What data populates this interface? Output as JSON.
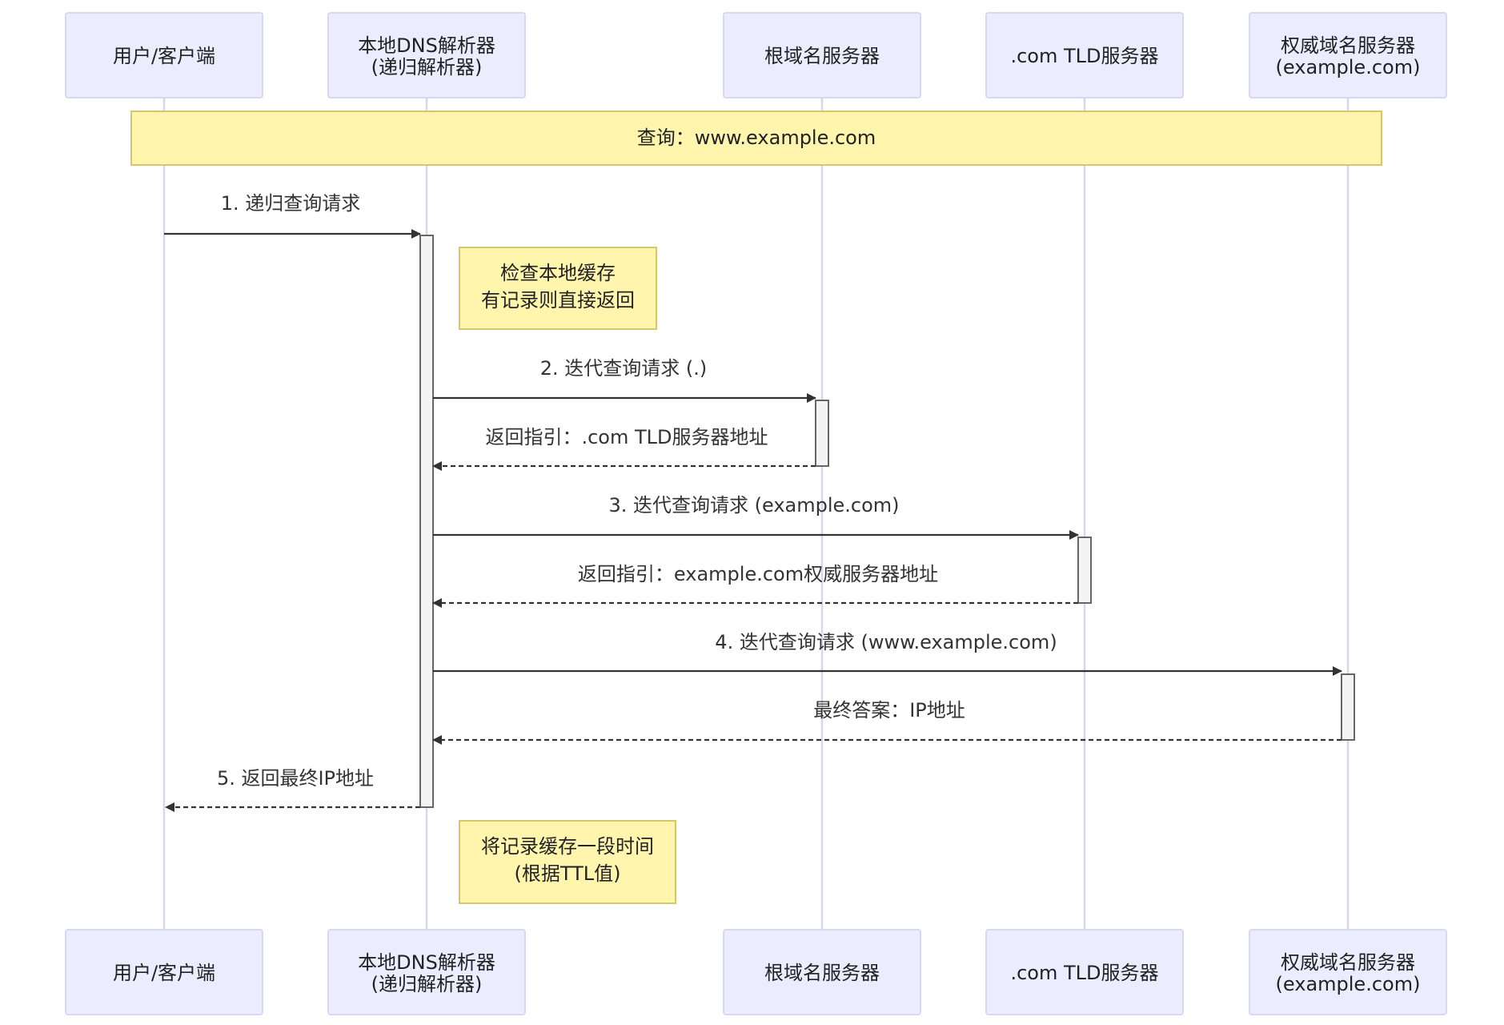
{
  "actors": [
    {
      "id": "client",
      "lines": [
        "用户/客户端"
      ]
    },
    {
      "id": "local",
      "lines": [
        "本地DNS解析器",
        "(递归解析器)"
      ]
    },
    {
      "id": "root",
      "lines": [
        "根域名服务器"
      ]
    },
    {
      "id": "tld",
      "lines": [
        ".com TLD服务器"
      ]
    },
    {
      "id": "auth",
      "lines": [
        "权威域名服务器",
        "(example.com)"
      ]
    }
  ],
  "banner": {
    "text": "查询：www.example.com"
  },
  "notes": [
    {
      "id": "cache-check",
      "lines": [
        "检查本地缓存",
        "有记录则直接返回"
      ]
    },
    {
      "id": "cache-store",
      "lines": [
        "将记录缓存一段时间",
        "(根据TTL值)"
      ]
    }
  ],
  "messages": [
    {
      "from": "client",
      "to": "local",
      "style": "solid",
      "label": "1. 递归查询请求"
    },
    {
      "from": "local",
      "to": "root",
      "style": "solid",
      "label": "2. 迭代查询请求 (.)"
    },
    {
      "from": "root",
      "to": "local",
      "style": "dashed",
      "label": "返回指引：.com TLD服务器地址"
    },
    {
      "from": "local",
      "to": "tld",
      "style": "solid",
      "label": "3. 迭代查询请求 (example.com)"
    },
    {
      "from": "tld",
      "to": "local",
      "style": "dashed",
      "label": "返回指引：example.com权威服务器地址"
    },
    {
      "from": "local",
      "to": "auth",
      "style": "solid",
      "label": "4. 迭代查询请求 (www.example.com)"
    },
    {
      "from": "auth",
      "to": "local",
      "style": "dashed",
      "label": "最终答案：IP地址"
    },
    {
      "from": "local",
      "to": "client",
      "style": "dashed",
      "label": "5. 返回最终IP地址"
    }
  ],
  "colors": {
    "actor_fill": "#ECECFF",
    "note_fill": "#FFF5AD",
    "lifeline": "#D6D6EE",
    "arrow": "#333333"
  }
}
